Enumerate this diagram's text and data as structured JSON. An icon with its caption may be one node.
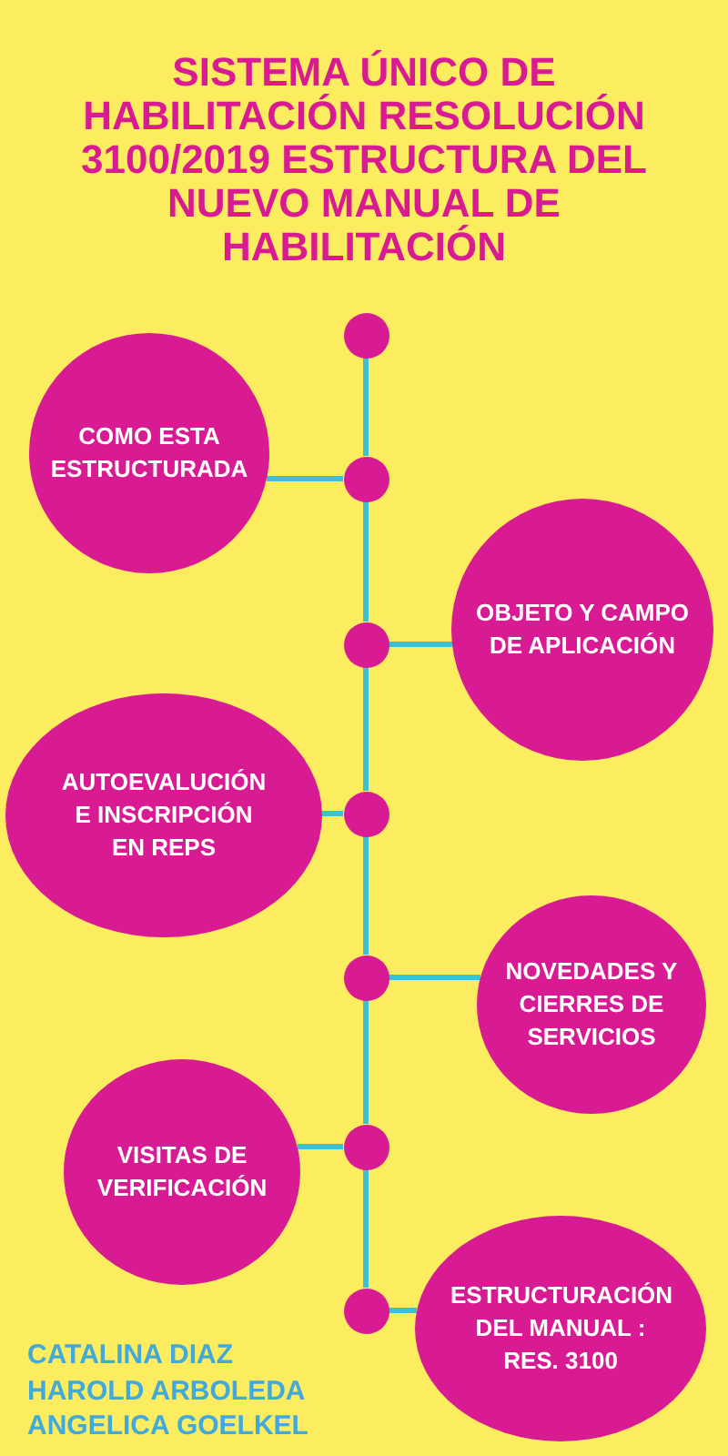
{
  "diagram": {
    "title": "SISTEMA ÚNICO DE HABILITACIÓN RESOLUCIÓN 3100/2019 ESTRUCTURA DEL NUEVO MANUAL DE HABILITACIÓN",
    "nodes": [
      {
        "text": [],
        "shape": "circle"
      },
      {
        "text": [
          "COMO ESTA ESTRUCTURADA"
        ]
      },
      {
        "text": [],
        "shape": "circle"
      },
      {
        "text": [
          "OBJETO Y CAMPO DE APLICACIÓN"
        ]
      },
      {
        "text": [],
        "shape": "circle"
      },
      {
        "text": [
          "AUTOEVALUCIÓN E INSCRIPCIÓN EN REPS"
        ]
      },
      {
        "text": [],
        "shape": "circle"
      },
      {
        "text": [
          "NOVEDADES Y CIERRES DE SERVICIOS"
        ]
      },
      {
        "text": [],
        "shape": "circle"
      },
      {
        "text": [
          "VISITAS DE VERIFICACIÓN"
        ]
      },
      {
        "text": [],
        "shape": "circle"
      },
      {
        "text": [
          "ESTRUCTURACIÓN DEL MANUAL : RES. 3100"
        ]
      },
      {
        "text": [],
        "shape": "circle"
      }
    ],
    "edges": [
      {
        "from": 0,
        "to": 2,
        "arrow": "none"
      },
      {
        "from": 1,
        "to": 2,
        "arrow": "none"
      },
      {
        "from": 2,
        "to": 4,
        "arrow": "none"
      },
      {
        "from": 4,
        "to": 3,
        "arrow": "none"
      },
      {
        "from": 4,
        "to": 6,
        "arrow": "none"
      },
      {
        "from": 5,
        "to": 6,
        "arrow": "none"
      },
      {
        "from": 6,
        "to": 8,
        "arrow": "none"
      },
      {
        "from": 8,
        "to": 7,
        "arrow": "none"
      },
      {
        "from": 8,
        "to": 10,
        "arrow": "none"
      },
      {
        "from": 9,
        "to": 10,
        "arrow": "none"
      },
      {
        "from": 10,
        "to": 12,
        "arrow": "none"
      },
      {
        "from": 12,
        "to": 11,
        "arrow": "none"
      }
    ],
    "labels": [
      "CATALINA DIAZ",
      "HAROLD ARBOLEDA",
      "ANGELICA GOELKEL"
    ]
  }
}
